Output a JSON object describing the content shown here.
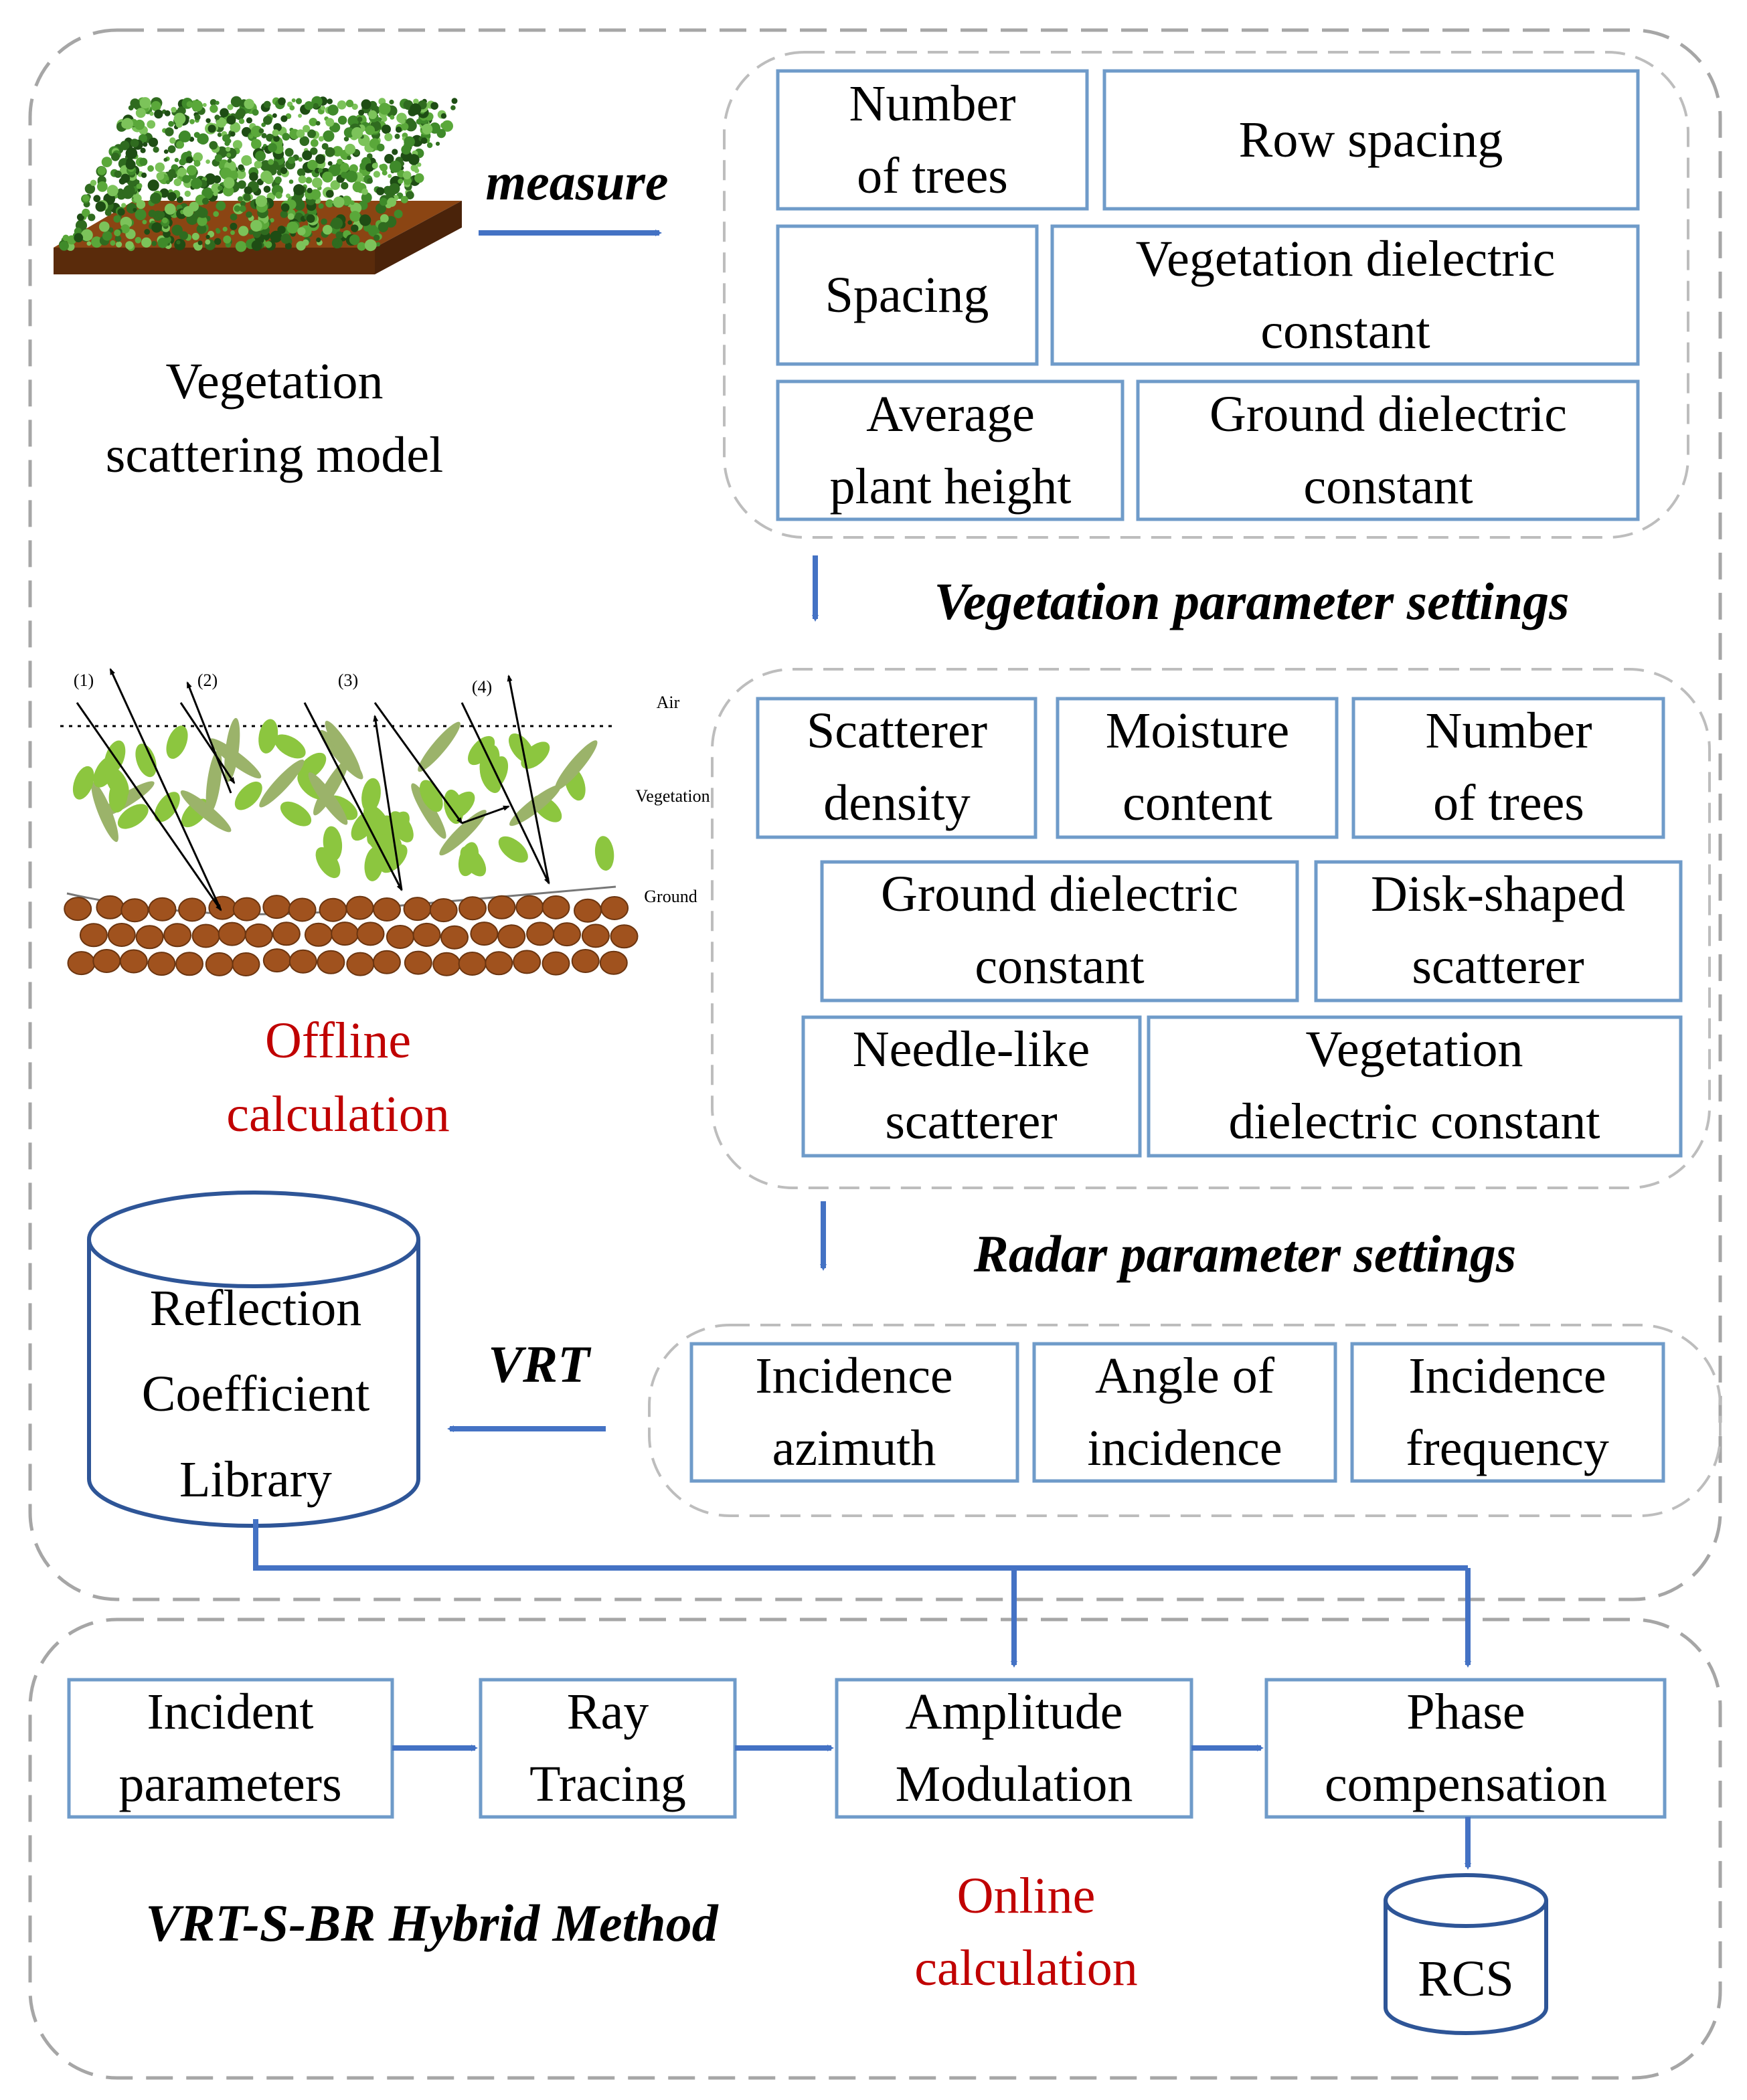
{
  "flow": {
    "measure_label": "measure",
    "vegetation_model_label": [
      "Vegetation",
      "scattering model"
    ],
    "vegetation_params_title": "Vegetation parameter settings",
    "radar_params_title": "Radar parameter settings",
    "vrt_label": "VRT",
    "offline_label": [
      "Offline",
      "calculation"
    ],
    "online_label": [
      "Online",
      "calculation"
    ],
    "method_label": "VRT-S-BR Hybrid Method"
  },
  "measured_params": {
    "number_of_trees": [
      "Number",
      "of trees"
    ],
    "row_spacing": [
      "Row spacing"
    ],
    "spacing": [
      "Spacing"
    ],
    "veg_dielectric": [
      "Vegetation dielectric",
      "constant"
    ],
    "avg_plant_height": [
      "Average",
      "plant height"
    ],
    "ground_dielectric": [
      "Ground dielectric",
      "constant"
    ]
  },
  "vegetation_params": {
    "scatterer_density": [
      "Scatterer",
      "density"
    ],
    "moisture_content": [
      "Moisture",
      "content"
    ],
    "number_of_trees": [
      "Number",
      "of trees"
    ],
    "ground_dielectric": [
      "Ground dielectric",
      "constant"
    ],
    "disk_scatterer": [
      "Disk-shaped",
      "scatterer"
    ],
    "needle_scatterer": [
      "Needle-like",
      "scatterer"
    ],
    "veg_dielectric": [
      "Vegetation",
      "dielectric constant"
    ]
  },
  "radar_params": {
    "incidence_azimuth": [
      "Incidence",
      "azimuth"
    ],
    "angle_of_incidence": [
      "Angle of",
      "incidence"
    ],
    "incidence_frequency": [
      "Incidence",
      "frequency"
    ]
  },
  "library": [
    "Reflection",
    "Coefficient",
    "Library"
  ],
  "pipeline": {
    "incident_parameters": [
      "Incident",
      "parameters"
    ],
    "ray_tracing": [
      "Ray",
      "Tracing"
    ],
    "amplitude_modulation": [
      "Amplitude",
      "Modulation"
    ],
    "phase_compensation": [
      "Phase",
      "compensation"
    ]
  },
  "rcs_label": "RCS",
  "scatter_figure": {
    "ray_labels": [
      "(1)",
      "(2)",
      "(3)",
      "(4)"
    ],
    "layer_labels": [
      "Air",
      "Vegetation",
      "Ground"
    ]
  },
  "colors": {
    "box_border": "#6f9bc9",
    "arrow": "#4472c4",
    "dashed_border": "#a6a6a6",
    "offline_online_text": "#c00000",
    "leaf_green": "#8cc63f",
    "stem_green": "#9bb36a",
    "soil_brown": "#a0521e"
  }
}
